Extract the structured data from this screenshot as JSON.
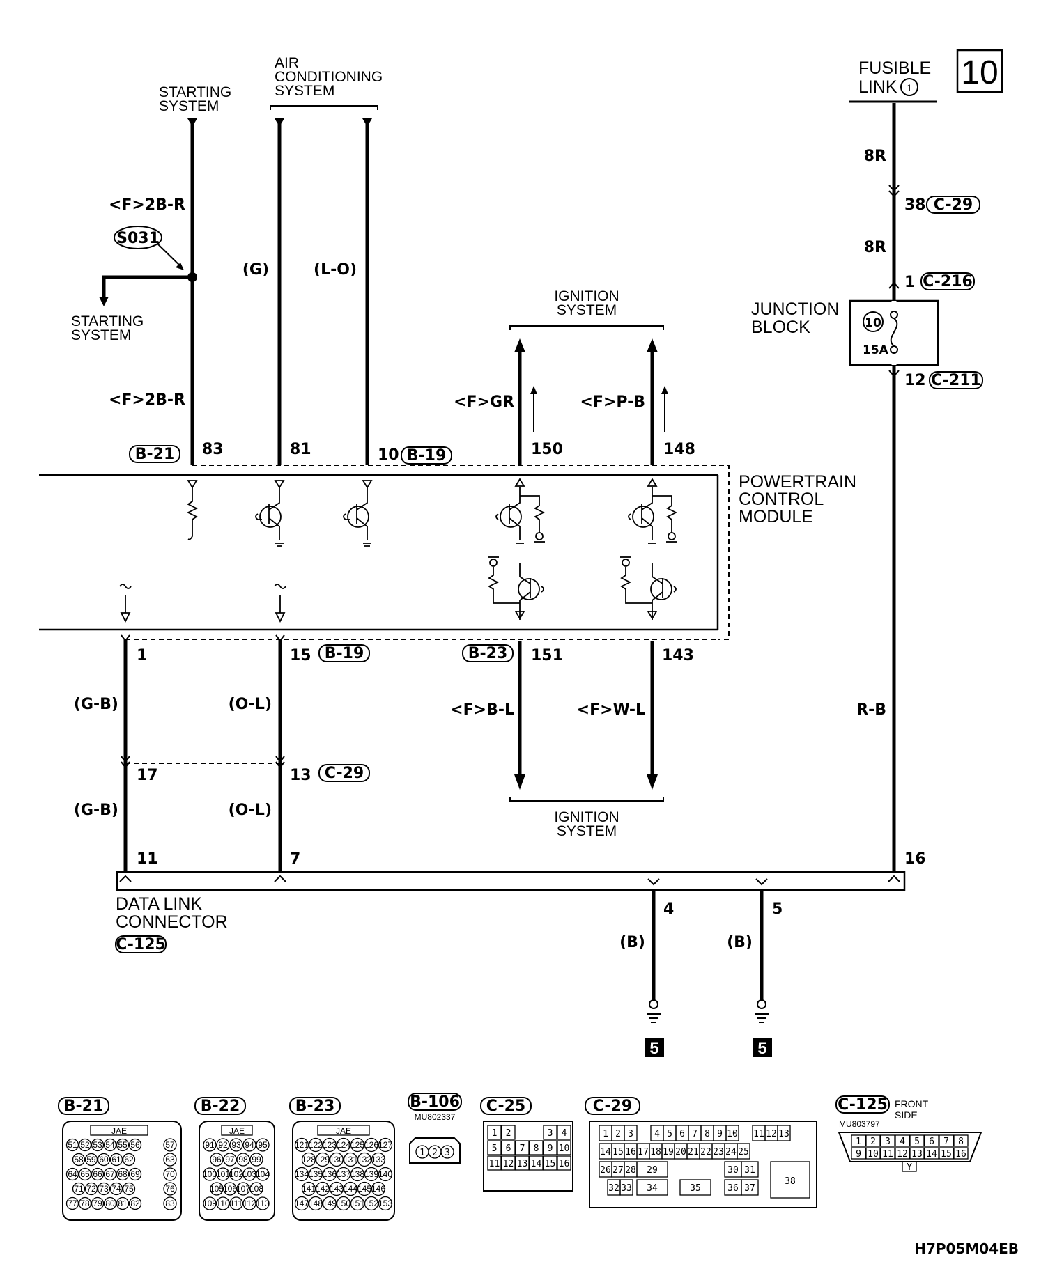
{
  "diagram_id": "10",
  "figure_code": "H7P05M04EB",
  "labels": {
    "starting_system_top": [
      "STARTING",
      "SYSTEM"
    ],
    "air_conditioning": [
      "AIR",
      "CONDITIONING",
      "SYSTEM"
    ],
    "fusible_link": [
      "FUSIBLE",
      "LINK"
    ],
    "fusible_link_number": "1",
    "starting_system_branch": [
      "STARTING",
      "SYSTEM"
    ],
    "ignition_top": [
      "IGNITION",
      "SYSTEM"
    ],
    "ignition_bottom": [
      "IGNITION",
      "SYSTEM"
    ],
    "junction_block": [
      "JUNCTION",
      "BLOCK"
    ],
    "fuse_number": "10",
    "fuse_rating": "15A",
    "pcm": [
      "POWERTRAIN",
      "CONTROL",
      "MODULE"
    ],
    "dlc": [
      "DATA LINK",
      "CONNECTOR"
    ],
    "splice": "S031",
    "ground_number": "5"
  },
  "wires": {
    "w83_upper": "<F>2B-R",
    "w83_lower": "<F>2B-R",
    "w81": "(G)",
    "w10": "(L-O)",
    "w150": "<F>GR",
    "w148": "<F>P-B",
    "fuse_top_a": "8R",
    "fuse_top_b": "8R",
    "w1": "(G-B)",
    "w1_lower": "(G-B)",
    "w15": "(O-L)",
    "w15_lower": "(O-L)",
    "w151": "<F>B-L",
    "w143": "<F>W-L",
    "rb": "R-B",
    "g4": "(B)",
    "g5": "(B)"
  },
  "pins": {
    "p83": "83",
    "p81": "81",
    "p10": "10",
    "p150": "150",
    "p148": "148",
    "p1": "1",
    "p15": "15",
    "p151": "151",
    "p143": "143",
    "p17": "17",
    "p13": "13",
    "p11": "11",
    "p7": "7",
    "p16": "16",
    "p4": "4",
    "p5": "5",
    "p38": "38",
    "pjb1": "1",
    "pjb12": "12"
  },
  "connectors": {
    "b21": "B-21",
    "b19_top": "B-19",
    "b19_bottom": "B-19",
    "b23": "B-23",
    "c29_top": "C-29",
    "c216": "C-216",
    "c211": "C-211",
    "c29_mid": "C-29",
    "c125": "C-125"
  },
  "legend": {
    "b21": {
      "code": "B-21",
      "maker": "JAE",
      "rows": [
        [
          "51",
          "52",
          "53",
          "54",
          "55",
          "56"
        ],
        [
          "58",
          "59",
          "60",
          "61",
          "62"
        ],
        [
          "64",
          "65",
          "66",
          "67",
          "68",
          "69"
        ],
        [
          "71",
          "72",
          "73",
          "74",
          "75"
        ],
        [
          "77",
          "78",
          "79",
          "80",
          "81",
          "82"
        ]
      ],
      "side": [
        "57",
        "63",
        "70",
        "76",
        "83"
      ]
    },
    "b22": {
      "code": "B-22",
      "maker": "JAE",
      "rows": [
        [
          "91",
          "92",
          "93",
          "94",
          "95"
        ],
        [
          "96",
          "97",
          "98",
          "99"
        ],
        [
          "100",
          "101",
          "102",
          "103",
          "104"
        ],
        [
          "105",
          "106",
          "107",
          "108"
        ],
        [
          "109",
          "110",
          "111",
          "112",
          "113"
        ]
      ]
    },
    "b23": {
      "code": "B-23",
      "maker": "JAE",
      "rows": [
        [
          "121",
          "122",
          "123",
          "124",
          "125",
          "126",
          "127"
        ],
        [
          "128",
          "129",
          "130",
          "131",
          "132",
          "133"
        ],
        [
          "134",
          "135",
          "136",
          "137",
          "138",
          "139",
          "140"
        ],
        [
          "141",
          "142",
          "143",
          "144",
          "145",
          "146"
        ],
        [
          "147",
          "148",
          "149",
          "150",
          "151",
          "152",
          "153"
        ]
      ]
    },
    "b106": {
      "code": "B-106",
      "part": "MU802337",
      "pins": [
        "1",
        "2",
        "3"
      ]
    },
    "c25": {
      "code": "C-25",
      "rows": [
        [
          "1",
          "2",
          "",
          "",
          "3",
          "4"
        ],
        [
          "5",
          "6",
          "7",
          "8",
          "9",
          "10"
        ],
        [
          "11",
          "12",
          "13",
          "14",
          "15",
          "16"
        ]
      ]
    },
    "c29": {
      "code": "C-29",
      "row1": [
        "1",
        "2",
        "3",
        "4",
        "5",
        "6",
        "7",
        "8",
        "9",
        "10",
        "11",
        "12",
        "13"
      ],
      "row2": [
        "14",
        "15",
        "16",
        "17",
        "18",
        "19",
        "20",
        "21",
        "22",
        "23",
        "24",
        "25"
      ],
      "row3": [
        "26",
        "27",
        "28",
        "29",
        "30",
        "31"
      ],
      "row4": [
        "32",
        "33",
        "34",
        "35",
        "36",
        "37"
      ],
      "big": "38"
    },
    "c125": {
      "code": "C-125",
      "side": [
        "FRONT",
        "SIDE"
      ],
      "part": "MU803797",
      "row1": [
        "1",
        "2",
        "3",
        "4",
        "5",
        "6",
        "7",
        "8"
      ],
      "row2": [
        "9",
        "10",
        "11",
        "12",
        "13",
        "14",
        "15",
        "16"
      ],
      "key": "Y"
    }
  }
}
